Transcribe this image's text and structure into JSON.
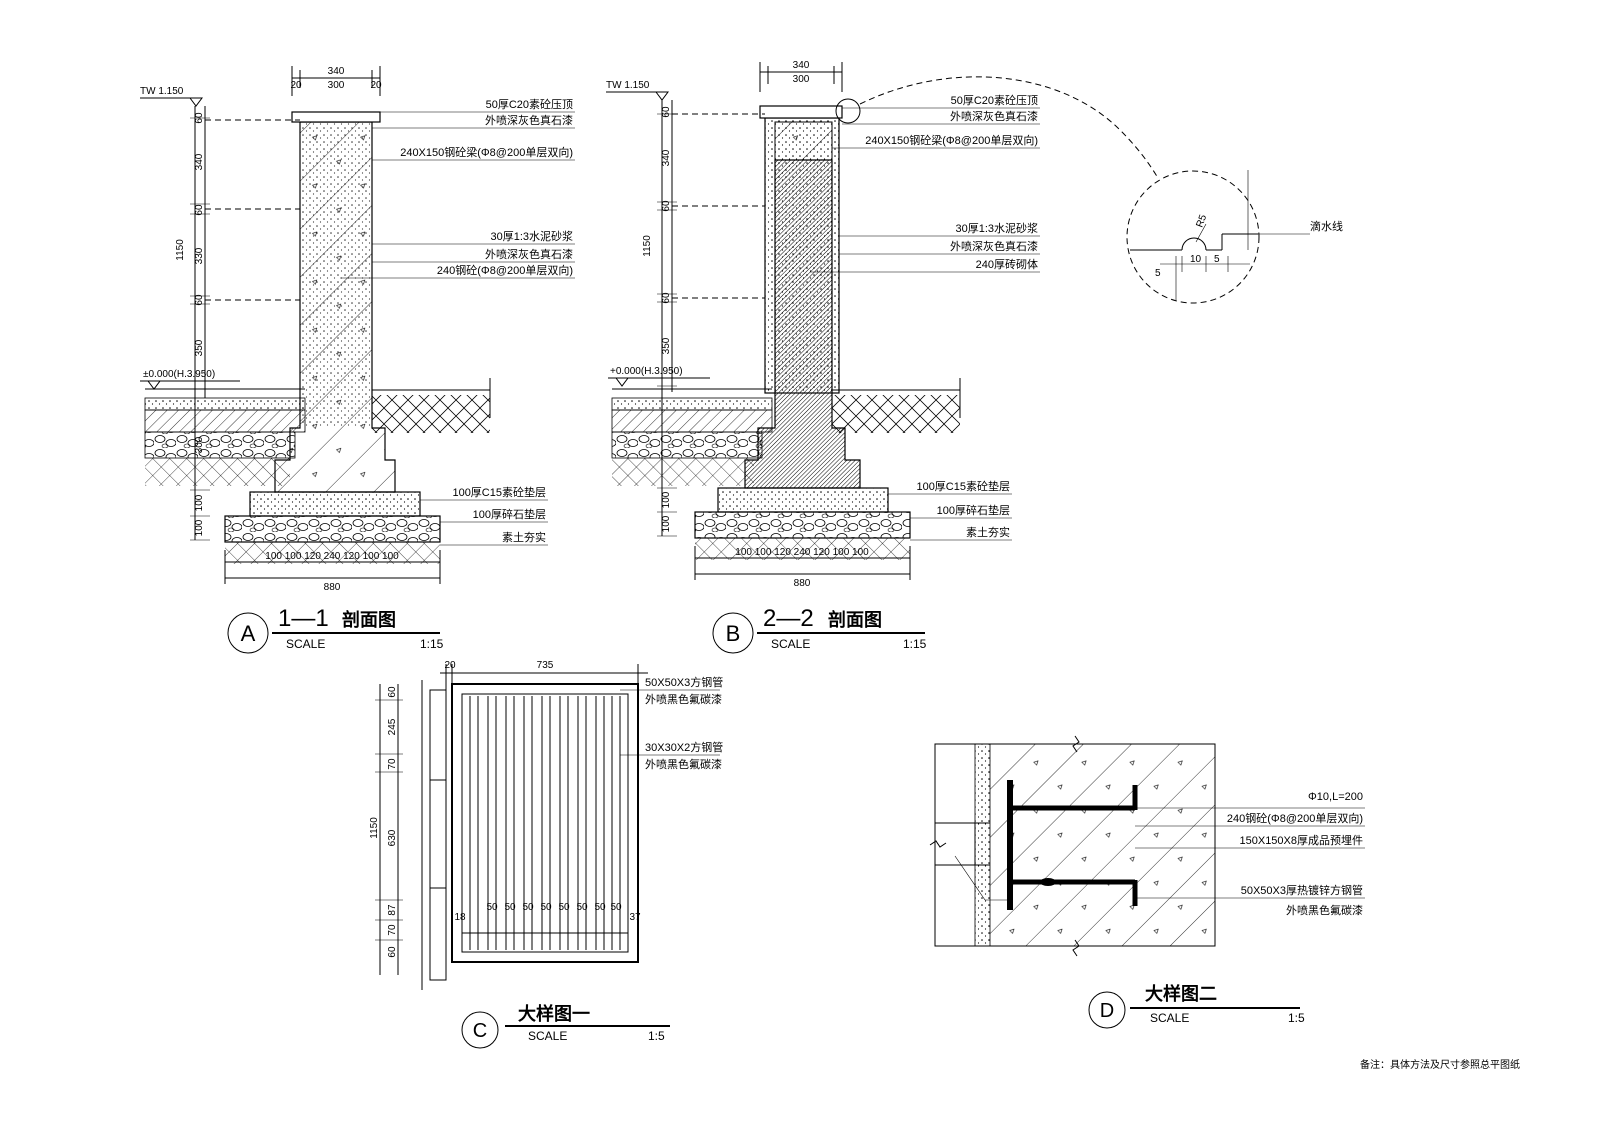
{
  "section_a": {
    "marker": "A",
    "title_num": "1—1",
    "title_text": "剖面图",
    "scale_word": "SCALE",
    "scale_value": "1:15",
    "tw_mark": "TW 1.150",
    "ground_mark": "±0.000(H.3.950)",
    "callouts": [
      "50厚C20素砼压顶",
      "外喷深灰色真石漆",
      "240X150钢砼梁(Φ8@200单层双向)",
      "30厚1:3水泥砂浆",
      "外喷深灰色真石漆",
      "240钢砼(Φ8@200单层双向)",
      "100厚C15素砼垫层",
      "100厚碎石垫层",
      "素土夯实"
    ],
    "dims_top": [
      "340",
      "300",
      "20",
      "20"
    ],
    "dims_left": [
      "60",
      "340",
      "60",
      "330",
      "60",
      "350",
      "1150",
      "300",
      "100",
      "100"
    ],
    "dims_bottom_parts": "100 100 120 240 120 100 100",
    "dims_bottom_total": "880"
  },
  "section_b": {
    "marker": "B",
    "title_num": "2—2",
    "title_text": "剖面图",
    "scale_word": "SCALE",
    "scale_value": "1:15",
    "tw_mark": "TW 1.150",
    "ground_mark": "+0.000(H.3.950)",
    "callouts": [
      "50厚C20素砼压顶",
      "外喷深灰色真石漆",
      "240X150钢砼梁(Φ8@200单层双向)",
      "30厚1:3水泥砂浆",
      "外喷深灰色真石漆",
      "240厚砖砌体",
      "100厚C15素砼垫层",
      "100厚碎石垫层",
      "素土夯实"
    ],
    "dims_top": [
      "340",
      "300"
    ],
    "dims_left": [
      "60",
      "340",
      "60",
      "1150",
      "60",
      "350",
      "100",
      "100"
    ],
    "dims_bottom_parts": "100 100 120 240 120 100 100",
    "dims_bottom_total": "880"
  },
  "detail_drip": {
    "radius": "R5",
    "label": "滴水线",
    "dims": [
      "5",
      "10",
      "5"
    ]
  },
  "detail_c": {
    "marker": "C",
    "title_text": "大样图一",
    "scale_word": "SCALE",
    "scale_value": "1:5",
    "callouts": [
      "50X50X3方钢管",
      "外喷黑色氟碳漆",
      "30X30X2方钢管",
      "外喷黑色氟碳漆"
    ],
    "dims_top": [
      "20",
      "735"
    ],
    "dims_left": [
      "60",
      "245",
      "70",
      "1150",
      "630",
      "87",
      "70",
      "60"
    ],
    "dims_spacing": [
      "18",
      "50",
      "50",
      "50",
      "50",
      "50",
      "50",
      "50",
      "50",
      "37"
    ]
  },
  "detail_d": {
    "marker": "D",
    "title_text": "大样图二",
    "scale_word": "SCALE",
    "scale_value": "1:5",
    "callouts": [
      "Φ10,L=200",
      "240钢砼(Φ8@200单层双向)",
      "150X150X8厚成品预埋件",
      "50X50X3厚热镀锌方钢管",
      "外喷黑色氟碳漆"
    ]
  },
  "note": "备注：具体方法及尺寸参照总平图纸"
}
